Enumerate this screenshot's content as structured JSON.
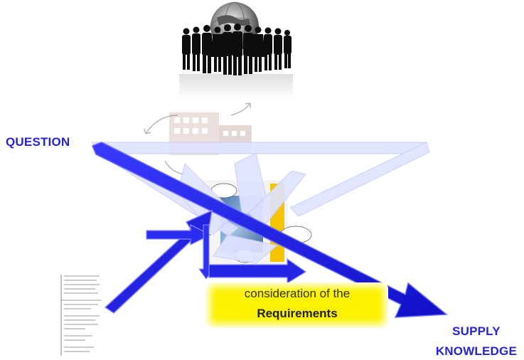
{
  "labels": {
    "question": "QUESTION",
    "supply_line1": "SUPPLY",
    "supply_line2": "KNOWLEDGE"
  },
  "requirements_box": {
    "line1": "consideration of the",
    "line2": "Requirements"
  },
  "colors": {
    "arrow_blue": "#2020e0",
    "label_blue": "#2424d9",
    "box_yellow": "#fbf200",
    "pale_arrow": "#dfe3ff",
    "silhouette": "#0d0d0d"
  },
  "icons": {
    "globe": "globe-icon",
    "business_people": "business-people-icon",
    "building": "building-icon",
    "cycle_arrows": "cycle-arrows-icon",
    "comic_collage": "comic-collage-icon"
  }
}
